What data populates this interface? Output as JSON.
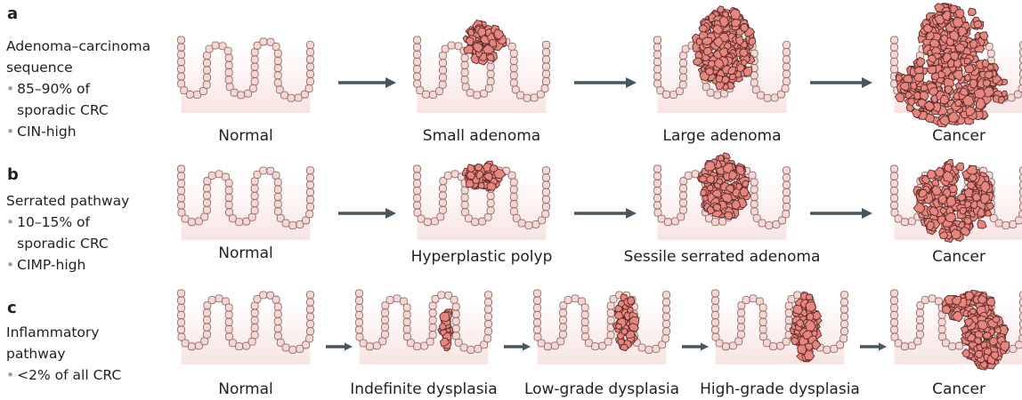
{
  "colors": {
    "tissue_fill": "#f8e4e2",
    "crypt_cell_fill": "#f7d7d4",
    "crypt_cell_stroke": "#8d6f6e",
    "tumor_cell_fill": "#e7867f",
    "tumor_cell_stroke": "#5a2a28",
    "arrow": "#47555f"
  },
  "panels": [
    {
      "letter": "a",
      "title": "Adenoma–carcinoma sequence",
      "bullets": [
        "85–90% of sporadic CRC",
        "CIN-high"
      ],
      "stages": [
        "Normal",
        "Small adenoma",
        "Large adenoma",
        "Cancer"
      ]
    },
    {
      "letter": "b",
      "title": "Serrated pathway",
      "bullets": [
        "10–15% of sporadic CRC",
        "CIMP-high"
      ],
      "stages": [
        "Normal",
        "Hyperplastic polyp",
        "Sessile serrated adenoma",
        "Cancer"
      ]
    },
    {
      "letter": "c",
      "title": "Inflammatory pathway",
      "bullets": [
        "<2% of all CRC"
      ],
      "stages": [
        "Normal",
        "Indefinite dysplasia",
        "Low-grade dysplasia",
        "High-grade dysplasia",
        "Cancer"
      ]
    }
  ]
}
